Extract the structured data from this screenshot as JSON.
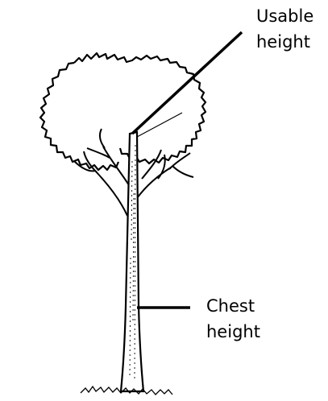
{
  "labels": {
    "usable_height": [
      "Usable",
      "height"
    ],
    "chest_height": [
      "Chest",
      "height"
    ]
  },
  "colors": {
    "ink": "#000000",
    "background": "#ffffff"
  }
}
